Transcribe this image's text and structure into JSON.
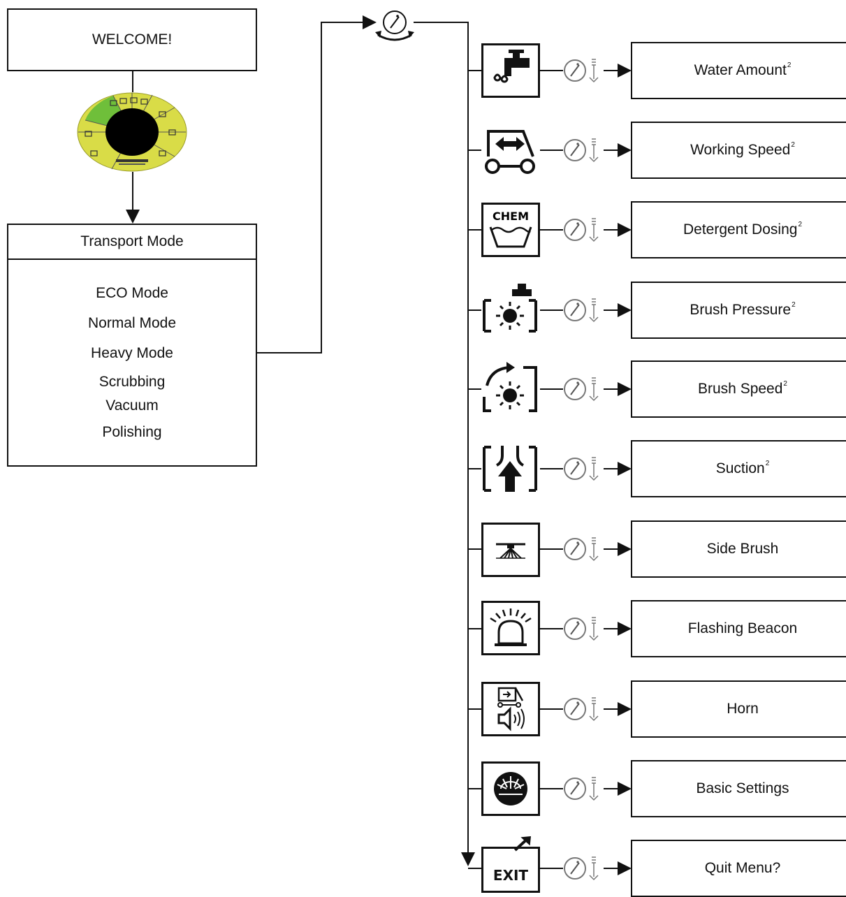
{
  "welcome": {
    "label": "WELCOME!"
  },
  "mode_panel": {
    "header": "Transport Mode",
    "modes": [
      "ECO Mode",
      "Normal Mode",
      "Heavy Mode",
      "Scrubbing",
      "Vacuum",
      "Polishing"
    ]
  },
  "menu": {
    "superscript": "2",
    "items": [
      {
        "label": "Water Amount",
        "icon": "water-tap-icon",
        "sup": true
      },
      {
        "label": "Working Speed",
        "icon": "working-speed-icon",
        "sup": true
      },
      {
        "label": "Detergent Dosing",
        "icon": "detergent-icon",
        "sup": true,
        "icon_text": "CHEM"
      },
      {
        "label": "Brush Pressure",
        "icon": "brush-pressure-icon",
        "sup": true
      },
      {
        "label": "Brush Speed",
        "icon": "brush-speed-icon",
        "sup": true
      },
      {
        "label": "Suction",
        "icon": "suction-icon",
        "sup": true
      },
      {
        "label": "Side Brush",
        "icon": "side-brush-icon",
        "sup": false
      },
      {
        "label": "Flashing Beacon",
        "icon": "flashing-beacon-icon",
        "sup": false
      },
      {
        "label": "Horn",
        "icon": "horn-icon",
        "sup": false
      },
      {
        "label": "Basic Settings",
        "icon": "basic-settings-icon",
        "sup": false
      },
      {
        "label": "Quit Menu?",
        "icon": "exit-icon",
        "sup": false,
        "icon_text": "EXIT"
      }
    ]
  },
  "colors": {
    "line": "#111111",
    "dial_yellow": "#d9dc47",
    "dial_green": "#6fbf3a"
  }
}
